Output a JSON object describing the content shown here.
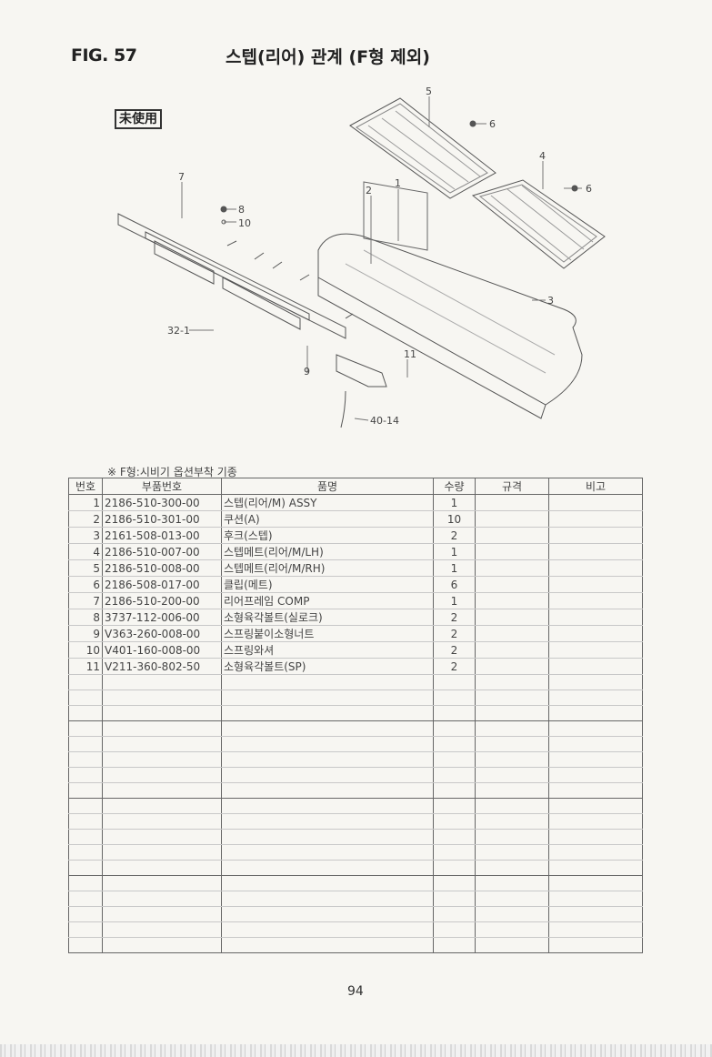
{
  "header": {
    "fig_no": "FIG. 57",
    "title": "스텝(리어) 관계 (F형 제외)"
  },
  "stamp": "未使用",
  "diagram": {
    "callouts": [
      "5",
      "6",
      "4",
      "6",
      "7",
      "2",
      "1",
      "8",
      "10",
      "3",
      "32-1",
      "11",
      "9",
      "40-14"
    ]
  },
  "note": "※ F형:시비기 옵션부착 기종",
  "table": {
    "headers": [
      "번호",
      "부품번호",
      "품명",
      "수량",
      "규격",
      "비고"
    ],
    "rows": [
      [
        "1",
        "2186-510-300-00",
        "스텝(리어/M) ASSY",
        "1",
        "",
        ""
      ],
      [
        "2",
        "2186-510-301-00",
        "쿠션(A)",
        "10",
        "",
        ""
      ],
      [
        "3",
        "2161-508-013-00",
        "후크(스텝)",
        "2",
        "",
        ""
      ],
      [
        "4",
        "2186-510-007-00",
        "스텝메트(리어/M/LH)",
        "1",
        "",
        ""
      ],
      [
        "5",
        "2186-510-008-00",
        "스텝메트(리어/M/RH)",
        "1",
        "",
        ""
      ],
      [
        "6",
        "2186-508-017-00",
        "클립(메트)",
        "6",
        "",
        ""
      ],
      [
        "7",
        "2186-510-200-00",
        "리어프레임 COMP",
        "1",
        "",
        ""
      ],
      [
        "8",
        "3737-112-006-00",
        "소형육각볼트(실로크)",
        "2",
        "",
        ""
      ],
      [
        "9",
        "V363-260-008-00",
        "스프링붙이소형너트",
        "2",
        "",
        ""
      ],
      [
        "10",
        "V401-160-008-00",
        "스프링와셔",
        "2",
        "",
        ""
      ],
      [
        "11",
        "V211-360-802-50",
        "소형육각볼트(SP)",
        "2",
        "",
        ""
      ]
    ]
  },
  "page_number": "94"
}
